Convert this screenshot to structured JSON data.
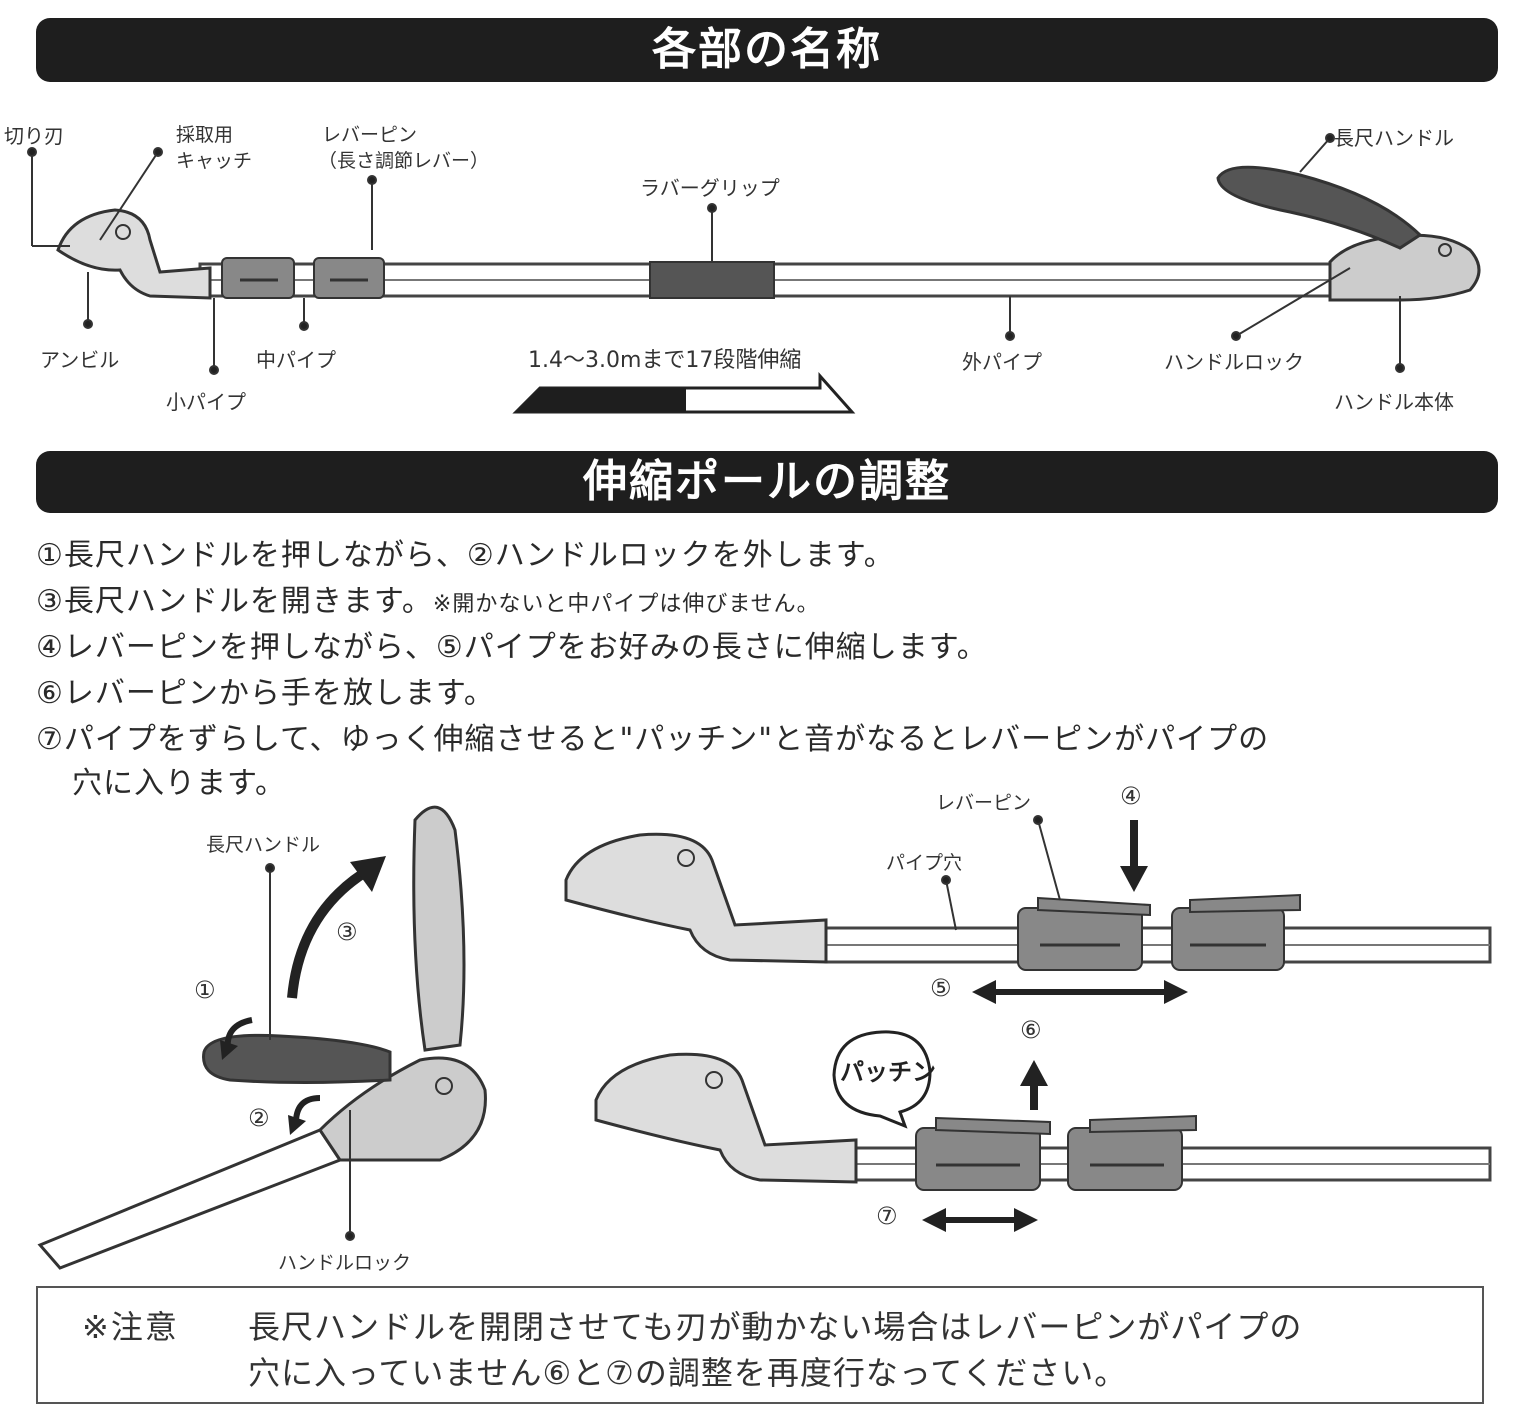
{
  "section1": {
    "title": "各部の名称"
  },
  "parts": {
    "cutting_blade": "切り刃",
    "catch": [
      "採取用",
      "キャッチ"
    ],
    "lever_pin": [
      "レバーピン",
      "（長さ調節レバー）"
    ],
    "rubber_grip": "ラバーグリップ",
    "long_handle": "長尺ハンドル",
    "anvil": "アンビル",
    "small_pipe": "小パイプ",
    "middle_pipe": "中パイプ",
    "outer_pipe": "外パイプ",
    "handle_lock": "ハンドルロック",
    "handle_body": "ハンドル本体"
  },
  "range_label": "1.4～3.0mまで17段階伸縮",
  "section2": {
    "title": "伸縮ポールの調整"
  },
  "instructions": [
    {
      "text": "①長尺ハンドルを押しながら、②ハンドルロックを外します。",
      "note": ""
    },
    {
      "text": "③長尺ハンドルを開きます。",
      "note": "※開かないと中パイプは伸びません。"
    },
    {
      "text": "④レバーピンを押しながら、⑤パイプをお好みの長さに伸縮します。",
      "note": ""
    },
    {
      "text": "⑥レバーピンから手を放します。",
      "note": ""
    },
    {
      "text": "⑦パイプをずらして、ゆっく伸縮させると\"パッチン\"と音がなるとレバーピンがパイプの",
      "note": ""
    },
    {
      "text": "穴に入ります。",
      "note": ""
    }
  ],
  "diagram_left": {
    "long_handle": "長尺ハンドル",
    "handle_lock": "ハンドルロック",
    "step1": "①",
    "step2": "②",
    "step3": "③"
  },
  "diagram_right": {
    "lever_pin": "レバーピン",
    "pipe_hole": "パイプ穴",
    "step4": "④",
    "step5": "⑤",
    "step6": "⑥",
    "step7": "⑦",
    "bubble": "パッチン"
  },
  "notice": {
    "label": "※注意",
    "line1": "長尺ハンドルを開閉させても刃が動かない場合はレバーピンがパイプの",
    "line2": "穴に入っていません⑥と⑦の調整を再度行なってください。"
  }
}
